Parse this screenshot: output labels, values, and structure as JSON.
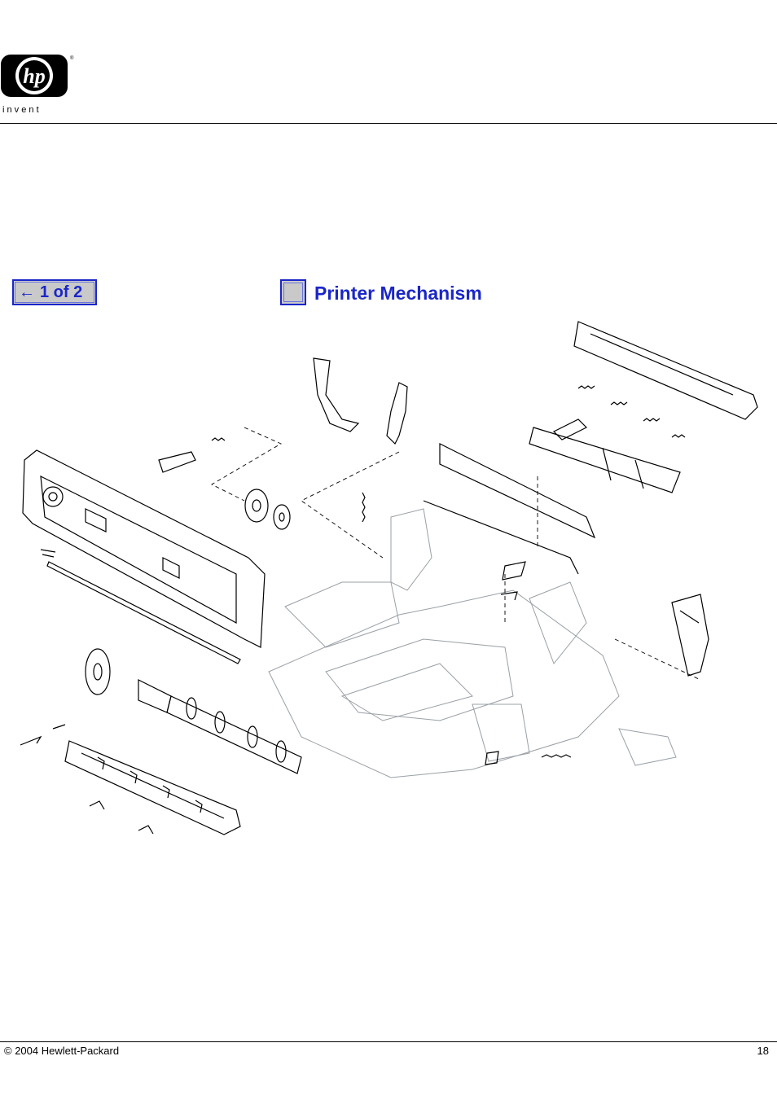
{
  "header": {
    "logo_icon": "hp-logo-icon",
    "logo_tagline": "i n v e n t"
  },
  "navigation": {
    "page_button_label": "1 of 2",
    "back_arrow_icon": "left-arrow-icon"
  },
  "section": {
    "title": "Printer Mechanism"
  },
  "diagram": {
    "icon": "printer-mechanism-exploded-view",
    "line_color": "#000000",
    "ghost_color": "#9aa0a6"
  },
  "footer": {
    "copyright": "© 2004 Hewlett-Packard",
    "page_number": "18"
  },
  "colors": {
    "link_blue": "#1a26c8",
    "button_gray": "#c9c9c9"
  }
}
